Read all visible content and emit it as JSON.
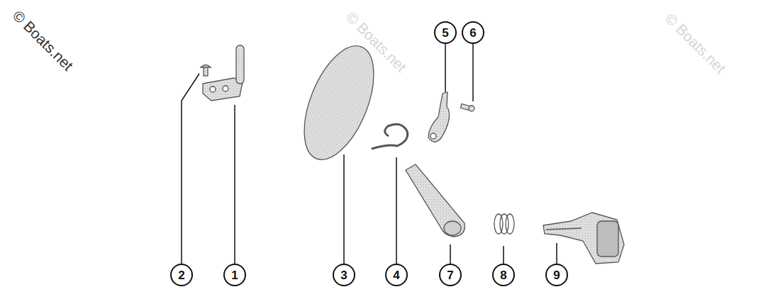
{
  "diagram": {
    "nodes": [
      {
        "text": [
          "5"
        ]
      },
      {
        "text": [
          "6"
        ]
      },
      {
        "text": [
          "2"
        ]
      },
      {
        "text": [
          "1"
        ]
      },
      {
        "text": [
          "3"
        ]
      },
      {
        "text": [
          "4"
        ]
      },
      {
        "text": [
          "7"
        ]
      },
      {
        "text": [
          "8"
        ]
      },
      {
        "text": [
          "9"
        ]
      }
    ],
    "labels": [
      "© Boats.net",
      "© Boats.net",
      "© Boats.net"
    ]
  }
}
